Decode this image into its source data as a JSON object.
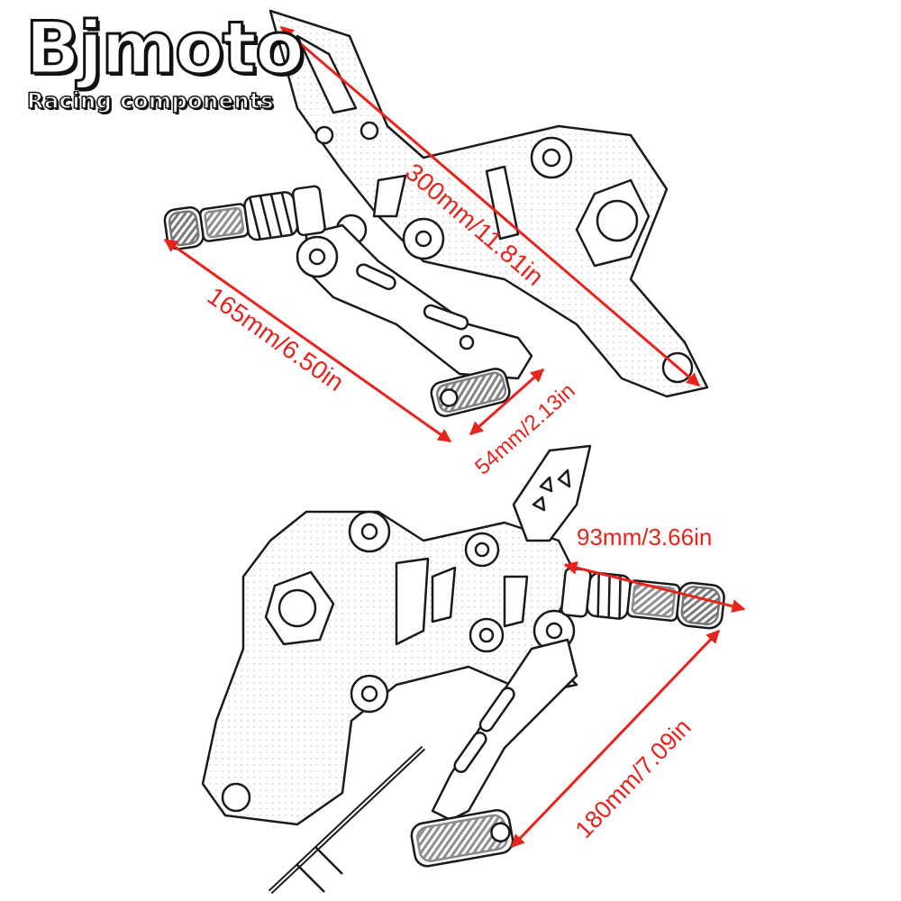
{
  "logo": {
    "brand": "Bjmoto",
    "tagline": "Racing components"
  },
  "dimensions": {
    "overall_length": "300mm/11.81in",
    "peg_to_shifter": "165mm/6.50in",
    "shifter_pad": "54mm/2.13in",
    "peg_length": "93mm/3.66in",
    "lever_length": "180mm/7.09in"
  },
  "colors": {
    "dimension": "#e8231c",
    "line_art": "#1a1a1a",
    "fill": "#ffffff"
  },
  "icons": {
    "drawing_top": "rearset-assembly-illustration",
    "drawing_bottom": "rearset-assembly-illustration"
  }
}
